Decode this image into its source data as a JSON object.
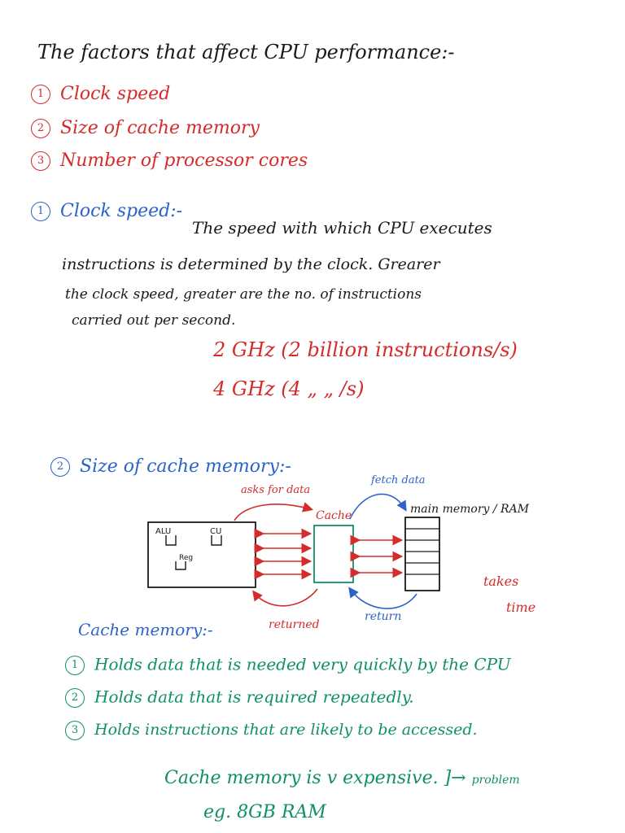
{
  "heading": "The factors that affect CPU performance:-",
  "factors": [
    {
      "n": "1",
      "text": "Clock speed"
    },
    {
      "n": "2",
      "text": "Size of cache memory"
    },
    {
      "n": "3",
      "text": "Number of processor cores"
    }
  ],
  "clock": {
    "n": "1",
    "title": "Clock speed:-",
    "lines": [
      "The speed with which CPU executes",
      "instructions is determined by the clock. Grearer",
      "the clock speed, greater are the no. of instructions",
      "carried out per second."
    ],
    "examples": [
      "2 GHz (2 billion instructions/s)",
      "4 GHz (4   „    „   /s)"
    ]
  },
  "cache": {
    "n": "2",
    "title": "Size of cache memory:-",
    "labels": {
      "asks": "asks for data",
      "fetch": "fetch data",
      "cache": "Cache",
      "main": "main memory / RAM",
      "alu": "ALU",
      "cu": "CU",
      "reg": "Reg",
      "returned": "returned",
      "return": "return",
      "takes": "takes",
      "time": "time"
    },
    "subtitle": "Cache memory:-",
    "points": [
      {
        "n": "1",
        "text": "Holds data that is needed very quickly by the CPU"
      },
      {
        "n": "2",
        "text": "Holds data that is required repeatedly."
      },
      {
        "n": "3",
        "text": "Holds instructions that are likely to be accessed."
      }
    ],
    "note": "Cache memory is v expensive.",
    "problem": "problem",
    "example": "eg. 8GB RAM"
  },
  "colors": {
    "black": "#1a1a1a",
    "red": "#d42b2b",
    "blue": "#2b63c9",
    "green": "#0f8f6a"
  }
}
